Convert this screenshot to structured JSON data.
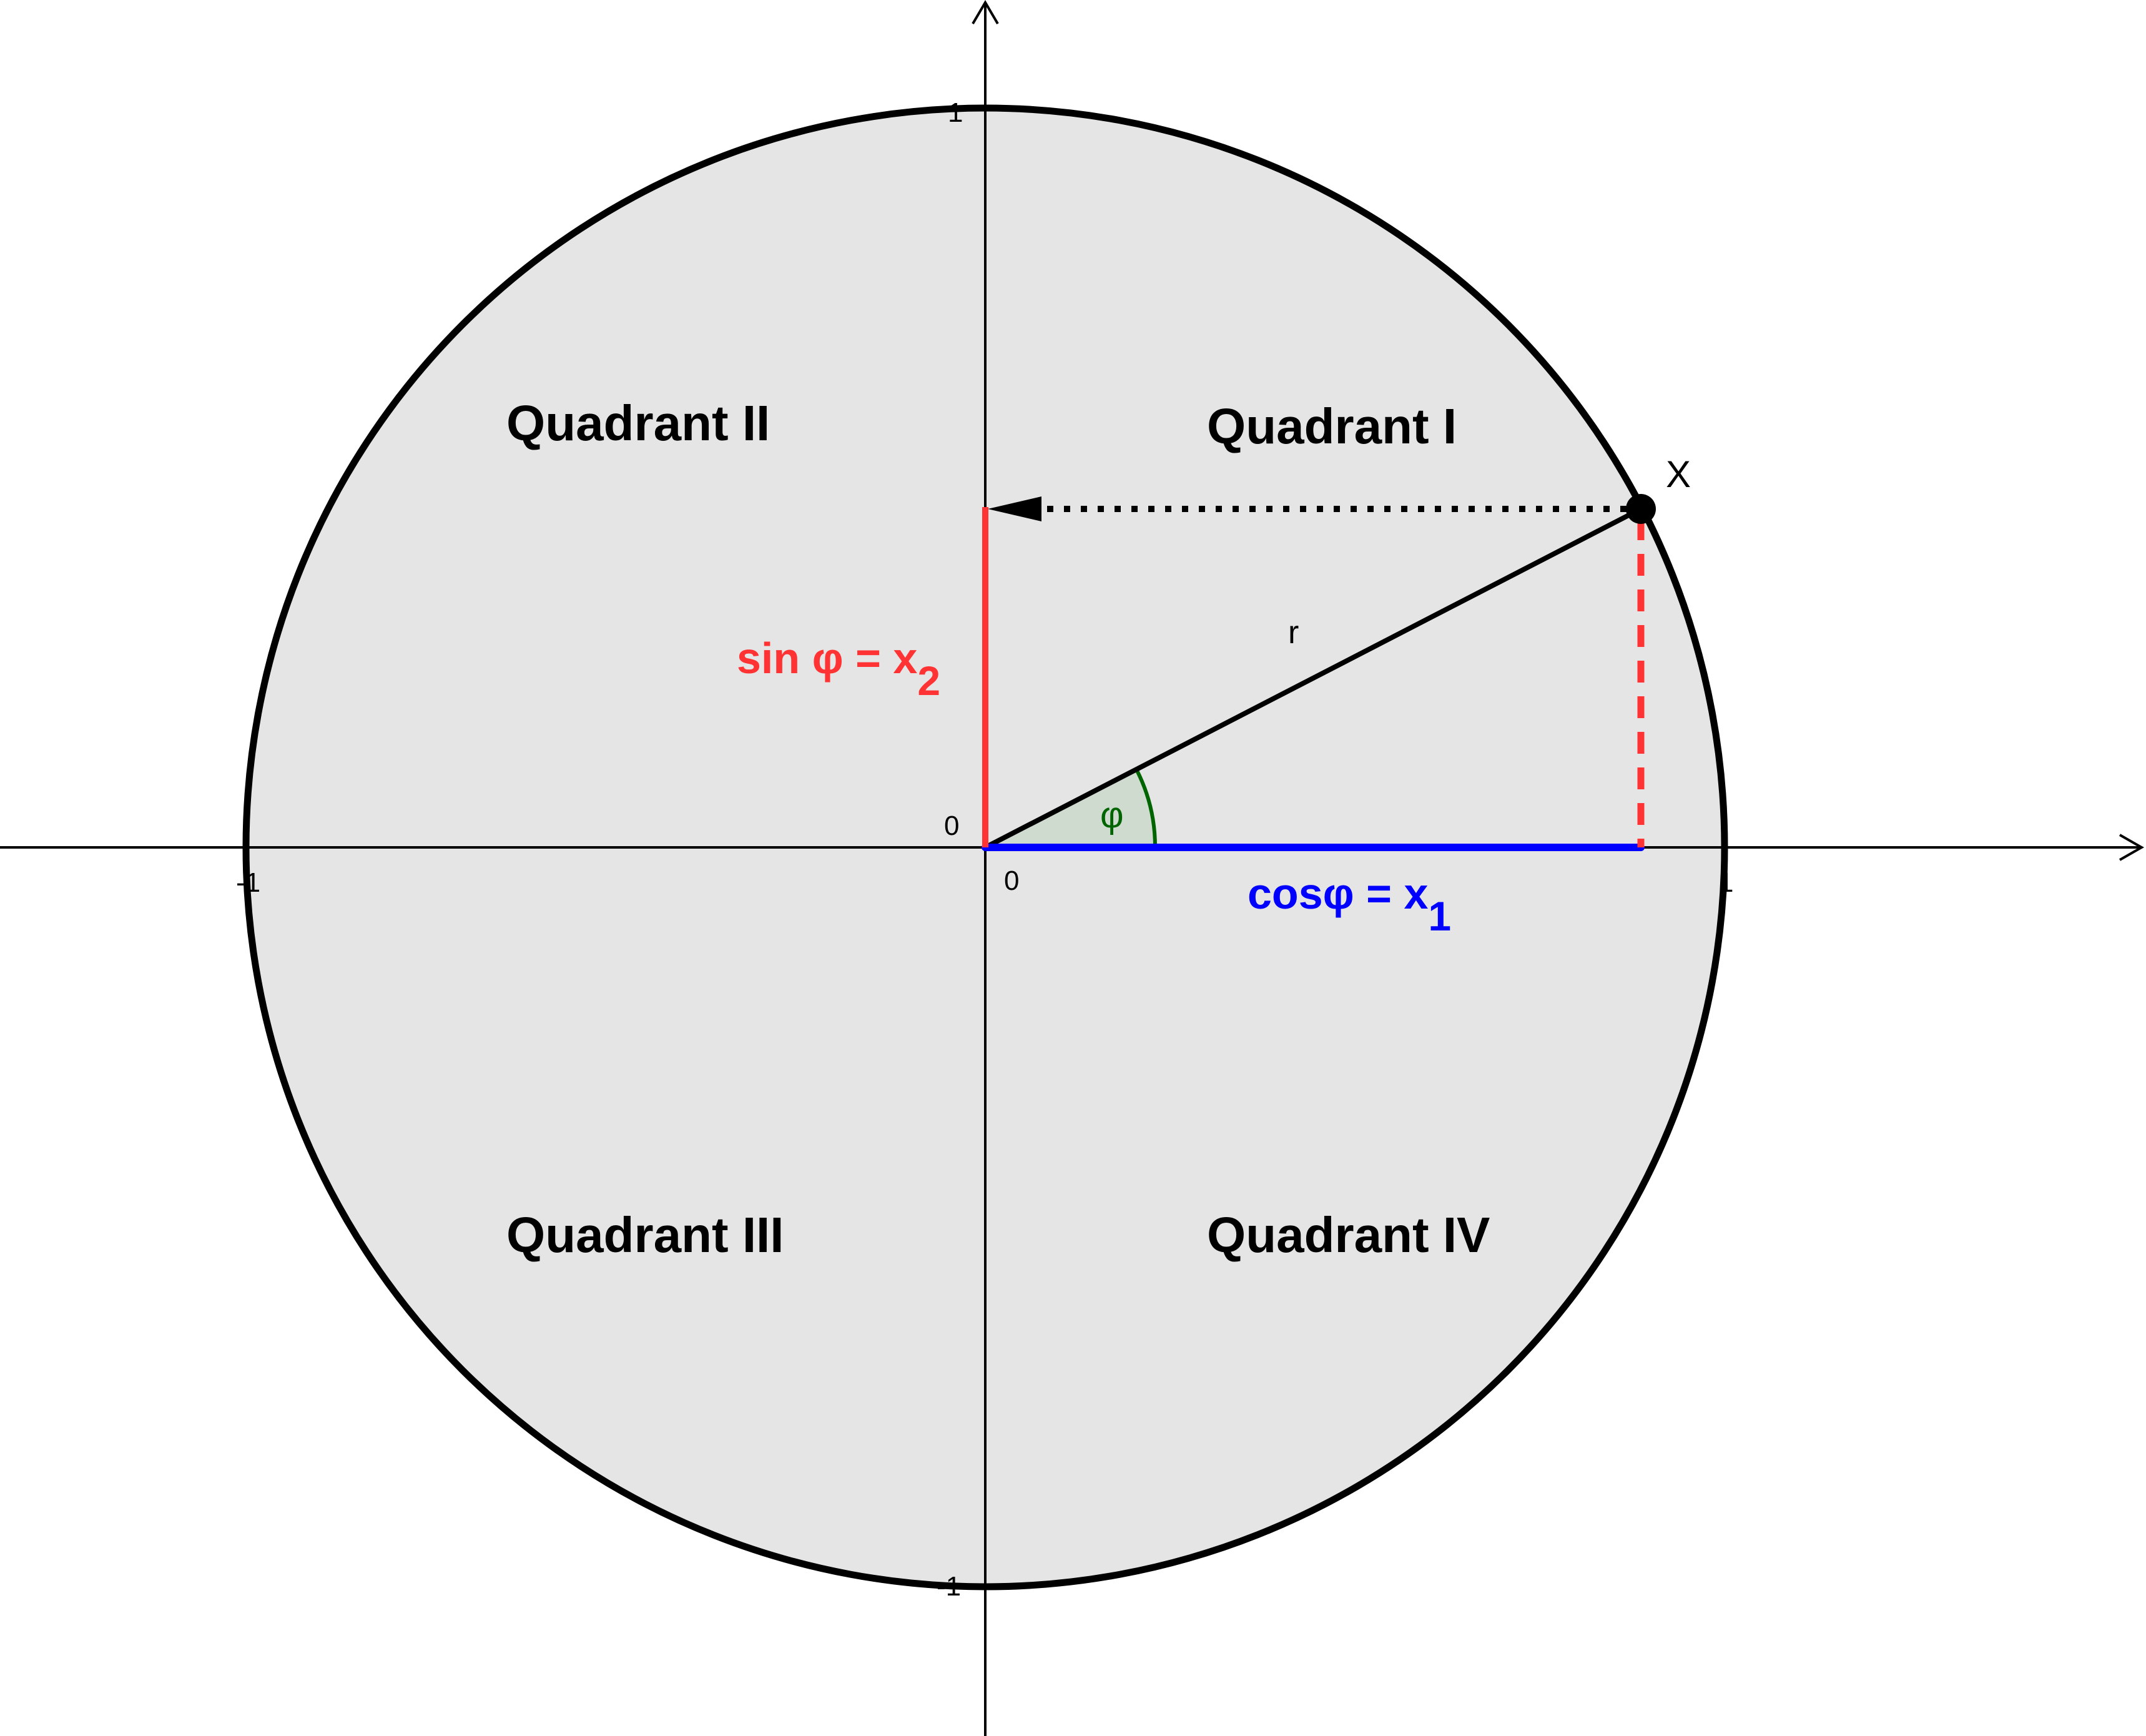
{
  "quadrants": {
    "q1": "Quadrant I",
    "q2": "Quadrant II",
    "q3": "Quadrant III",
    "q4": "Quadrant IV"
  },
  "ticks": {
    "y_top": "1",
    "y_bottom": "-1",
    "x_left": "-1",
    "x_right": "1",
    "origin_x": "0",
    "origin_y": "0"
  },
  "labels": {
    "sin_main": "sin φ = x",
    "sin_sub": "2",
    "cos_main": "cosφ = x",
    "cos_sub": "1",
    "radius": "r",
    "angle": "φ",
    "point": "X"
  },
  "colors": {
    "sin": "#ff3333",
    "cos": "#0000ff",
    "angle": "#006400",
    "circle_fill": "#e5e5e5"
  }
}
